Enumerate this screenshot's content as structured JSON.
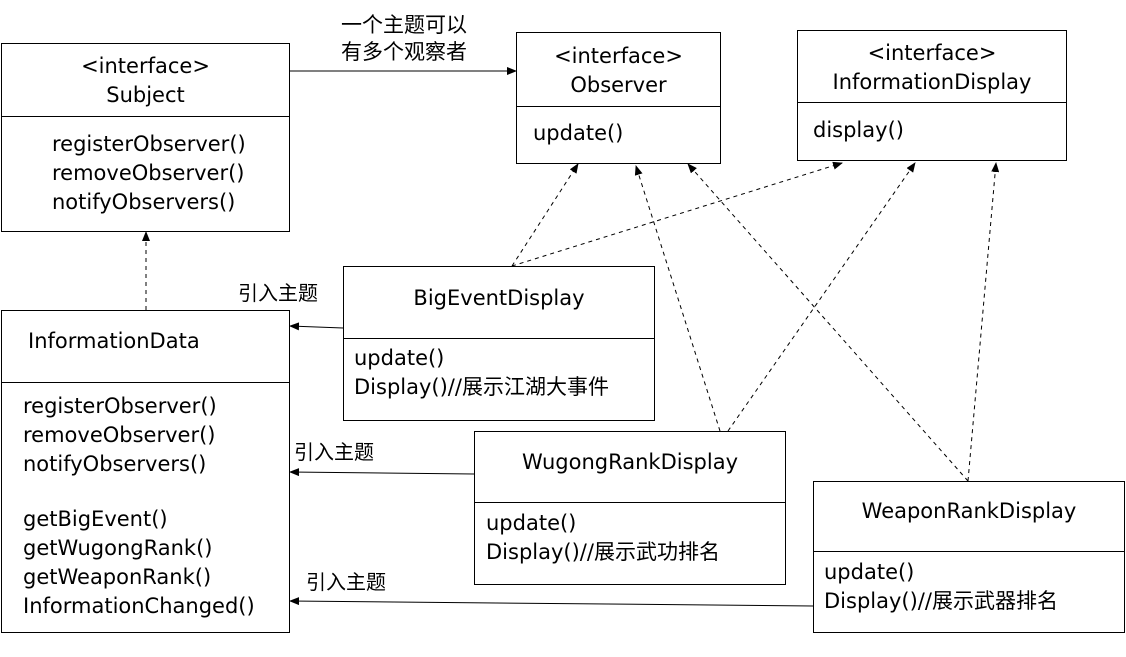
{
  "subject": {
    "stereotype": "<interface>",
    "name": "Subject",
    "methods": [
      "registerObserver()",
      "removeObserver()",
      "notifyObservers()"
    ]
  },
  "observer": {
    "stereotype": "<interface>",
    "name": "Observer",
    "methods": [
      "update()"
    ]
  },
  "information_display": {
    "stereotype": "<interface>",
    "name": "InformationDisplay",
    "methods": [
      "display()"
    ]
  },
  "information_data": {
    "name": "InformationData",
    "methods": [
      "registerObserver()",
      "removeObserver()",
      "notifyObservers()",
      "",
      "getBigEvent()",
      "getWugongRank()",
      "getWeaponRank()",
      "InformationChanged()"
    ]
  },
  "big_event_display": {
    "name": "BigEventDisplay",
    "methods": [
      "update()",
      "Display()//展示江湖大事件"
    ]
  },
  "wugong_rank_display": {
    "name": "WugongRankDisplay",
    "methods": [
      "update()",
      "Display()//展示武功排名"
    ]
  },
  "weapon_rank_display": {
    "name": "WeaponRankDisplay",
    "methods": [
      "update()",
      "Display()//展示武器排名"
    ]
  },
  "labels": {
    "one_to_many_line1": "一个主题可以",
    "one_to_many_line2": "有多个观察者",
    "ref_subject_1": "引入主题",
    "ref_subject_2": "引入主题",
    "ref_subject_3": "引入主题"
  }
}
